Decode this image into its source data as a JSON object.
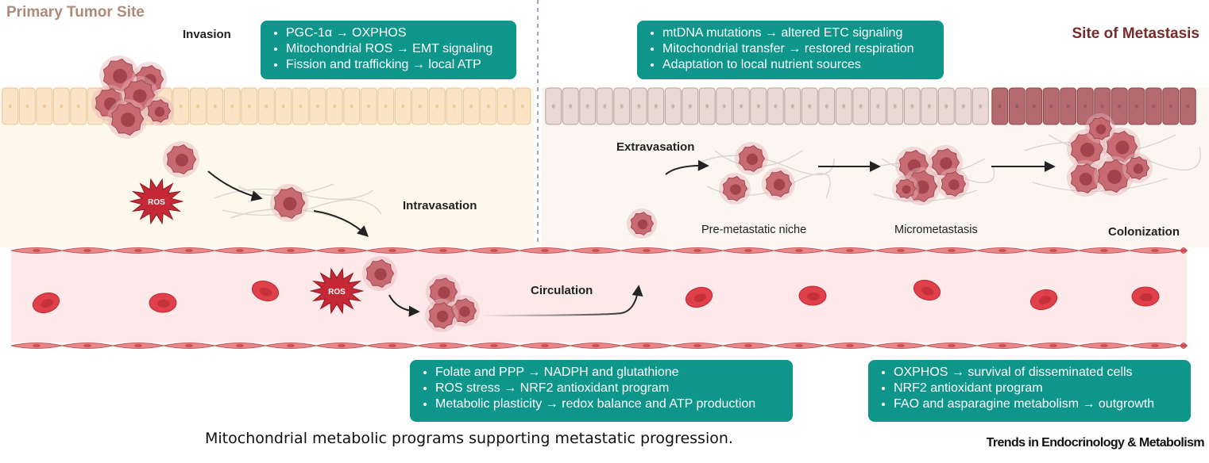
{
  "titles": {
    "primary": "Primary Tumor Site",
    "metastasis": "Site of Metastasis"
  },
  "stages": {
    "invasion": "Invasion",
    "intravasation": "Intravasation",
    "circulation": "Circulation",
    "extravasation": "Extravasation",
    "pre_metastatic": "Pre-metastatic niche",
    "micrometastasis": "Micrometastasis",
    "colonization": "Colonization"
  },
  "ros": "ROS",
  "boxes": {
    "invasion": [
      "PGC-1α → OXPHOS",
      "Mitochondrial ROS → EMT signaling",
      "Fission and trafficking → local ATP"
    ],
    "metastasis": [
      "mtDNA mutations → altered ETC signaling",
      "Mitochondrial transfer → restored respiration",
      "Adaptation to local nutrient sources"
    ],
    "circulation": [
      "Folate and PPP → NADPH and glutathione",
      "ROS stress → NRF2 antioxidant program",
      "Metabolic plasticity → redox balance and ATP production"
    ],
    "colonization": [
      "OXPHOS →  survival of disseminated cells",
      "NRF2 antioxidant program",
      "FAO and asparagine metabolism →  outgrowth"
    ]
  },
  "caption": "Mitochondrial metabolic programs supporting metastatic progression.",
  "journal": "Trends in Endocrinology & Metabolism",
  "colors": {
    "box": "#0e968a",
    "epithelium_primary": "#fbe3c6",
    "epithelium_distant": "#ead8d2",
    "epithelium_colonized": "#b46a6f",
    "vessel_wall": "#e8888a",
    "vessel_lumen": "#fce9ea",
    "tumor_cell": "#c86a72",
    "red_blood_cell": "#e0404a",
    "ros_burst": "#c62836"
  }
}
